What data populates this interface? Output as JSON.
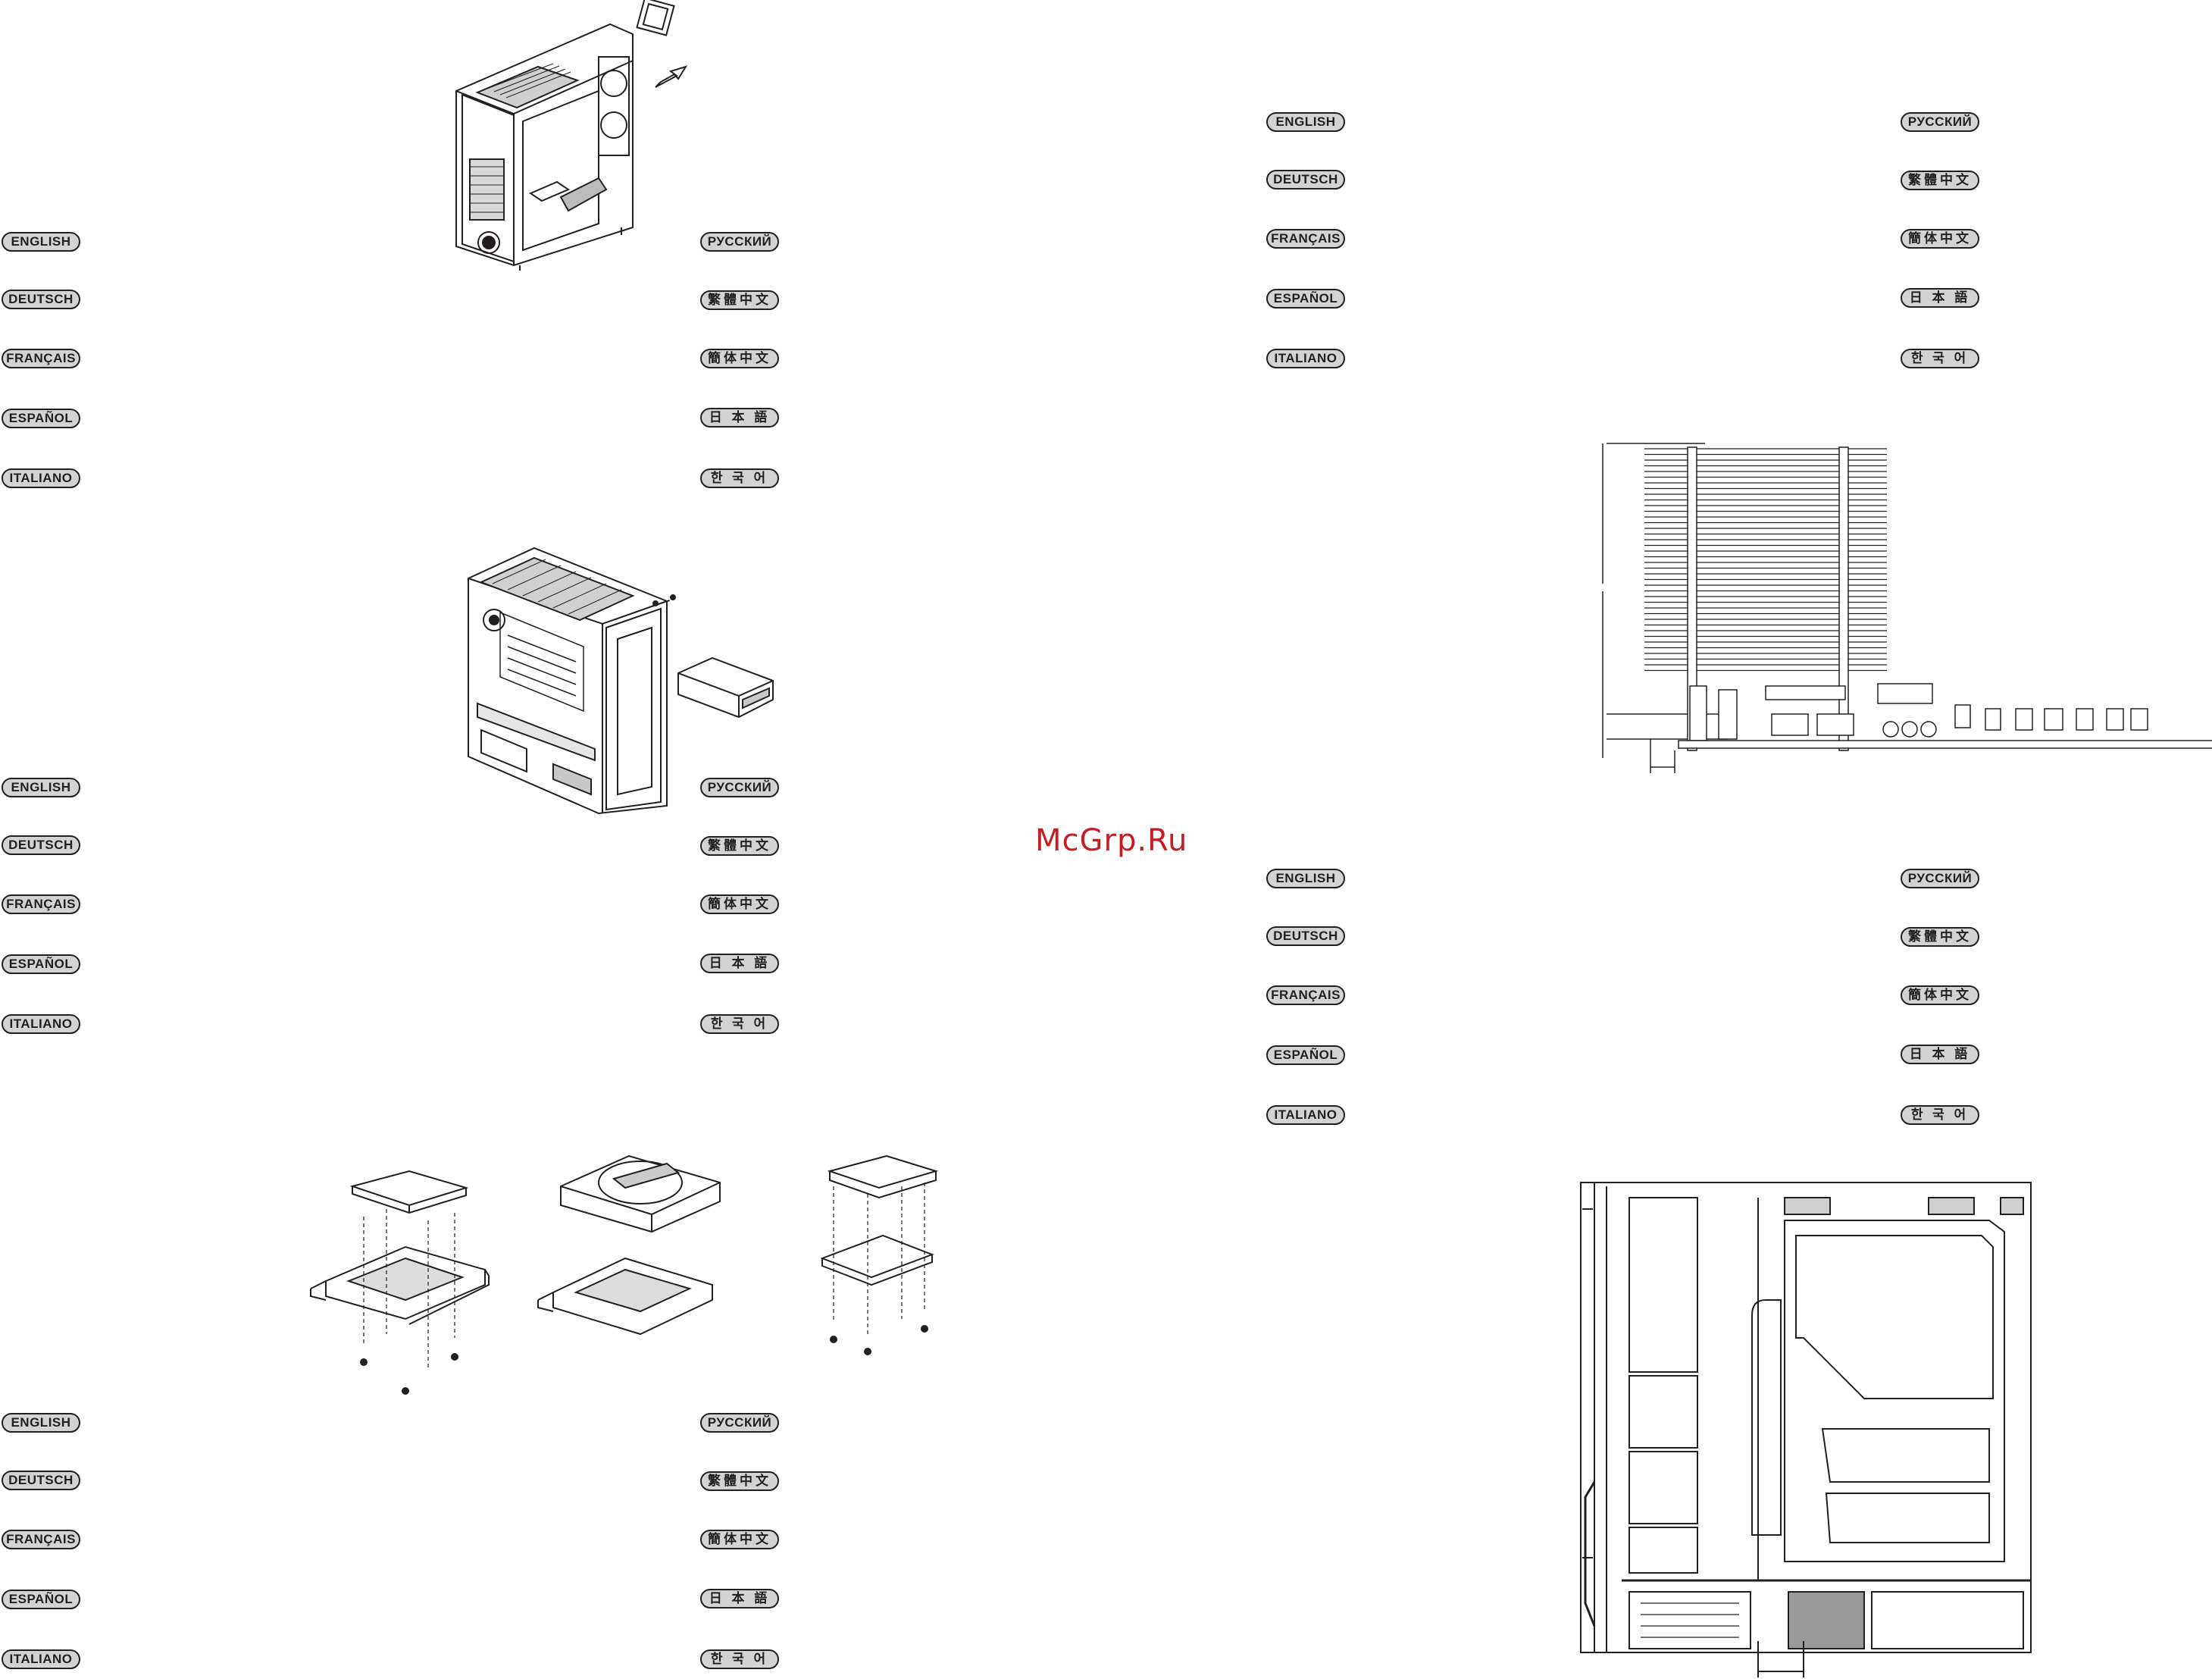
{
  "watermark": "McGrp.Ru",
  "lang_left": [
    "ENGLISH",
    "DEUTSCH",
    "FRANÇAIS",
    "ESPAÑOL",
    "ITALIANO"
  ],
  "lang_right": [
    "РУССКИЙ",
    "繁體中文",
    "簡体中文",
    "日 本 語",
    "한 국 어"
  ],
  "figures": {
    "case_top_removal": "case-with-rear-bracket-icon",
    "odd_install": "case-with-optical-drive-icon",
    "drive_trays": "drive-tray-set-icon",
    "cooler_clearance": "cpu-cooler-clearance-icon",
    "case_side": "case-side-view-icon"
  }
}
